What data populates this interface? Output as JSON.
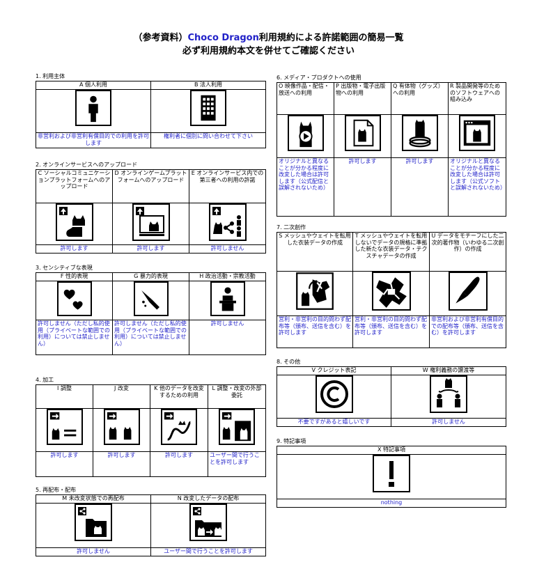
{
  "header": {
    "title_prefix": "（参考資料）",
    "title_brand": "Choco Dragon",
    "title_suffix": "利用規約による許諾範囲の簡易一覧",
    "subtitle": "必ず利用規約本文を併せてご確認ください"
  },
  "sections": {
    "s1": {
      "title": "1. 利用主体",
      "items": [
        {
          "header": "A 個人利用",
          "icon": "person-icon",
          "perm": "非営利および非営利有償目的での利用を許可します"
        },
        {
          "header": "B 法人利用",
          "icon": "building-icon",
          "perm": "権利者に個別に問い合わせて下さい"
        }
      ]
    },
    "s2": {
      "title": "2. オンラインサービスへのアップロード",
      "items": [
        {
          "header": "C ソーシャルコミュニケーションプラットフォームへのアップロード",
          "icon": "upload-social-icon",
          "perm": "許可します"
        },
        {
          "header": "D オンラインゲームプラットフォームへのアップロード",
          "icon": "upload-game-icon",
          "perm": "許可します"
        },
        {
          "header": "E オンラインサービス内での第三者への利用の許諾",
          "icon": "share-third-party-icon",
          "perm": "許可しません"
        }
      ]
    },
    "s3": {
      "title": "3. センシティブな表現",
      "items": [
        {
          "header": "F 性的表現",
          "icon": "hearts-icon",
          "perm": "許可しません（ただし私的使用（プライベートな範囲での利用）については禁止しません）"
        },
        {
          "header": "G 暴力的表現",
          "icon": "knife-icon",
          "perm": "許可しません（ただし私的使用（プライベートな範囲での利用）については禁止しません）"
        },
        {
          "header": "H 政治活動・宗教活動",
          "icon": "podium-icon",
          "perm": "許可しません"
        }
      ]
    },
    "s4": {
      "title": "4. 加工",
      "items": [
        {
          "header": "I 調整",
          "icon": "adjust-icon",
          "perm": "許可します"
        },
        {
          "header": "J 改変",
          "icon": "modify-icon",
          "perm": "許可します"
        },
        {
          "header": "K 他のデータを改変するための利用",
          "icon": "reuse-data-icon",
          "perm": "許可します"
        },
        {
          "header": "L 調整・改変の外部委託",
          "icon": "outsource-icon",
          "perm": "ユーザー間で行うことを許可します"
        }
      ]
    },
    "s5": {
      "title": "5. 再配布・配布",
      "items": [
        {
          "header": "M 未改変状態での再配布",
          "icon": "redistribute-icon",
          "perm": "許可しません"
        },
        {
          "header": "N 改変したデータの配布",
          "icon": "distribute-modified-icon",
          "perm": "ユーザー間で行うことを許可します"
        }
      ]
    },
    "s6": {
      "title": "6. メディア・プロダクトへの使用",
      "items": [
        {
          "header": "O 映像作品・配信・放送への利用",
          "icon": "video-icon",
          "perm": "オリジナルと異なることが分かる程度に改変した場合は許可します（公式配信と誤解されないため）"
        },
        {
          "header": "P 出版物・電子出版物への利用",
          "icon": "publication-icon",
          "perm": "許可します"
        },
        {
          "header": "Q 有体物（グッズ）への利用",
          "icon": "goods-icon",
          "perm": "許可します"
        },
        {
          "header": "R 製品開発等のためのソフトウェアへの組み込み",
          "icon": "software-icon",
          "perm": "オリジナルと異なることが分かる程度に改変した場合は許可します（公式ソフトと誤解されないため）"
        }
      ]
    },
    "s7": {
      "title": "7. 二次創作",
      "items": [
        {
          "header": "S メッシュやウェイトを転用した衣装データの作成",
          "icon": "costume-icon",
          "perm": "営利・非営利の目的問わず配布等（頒布、送信を含む）を許可します"
        },
        {
          "header": "T メッシュやウェイトを転用しないでデータの規格に準拠した新たな衣装データ・テクスチャデータの作成",
          "icon": "texture-icon",
          "perm": "営利・非営利の目的問わず配布等（頒布、送信を含む）を許可します"
        },
        {
          "header": "U データをモチーフにした二次的著作物（いわゆる二次創作）の作成",
          "icon": "pen-icon",
          "perm": "非営利および非営利有償目的での配布等（頒布、送信を含む）を許可します"
        }
      ]
    },
    "s8": {
      "title": "8. その他",
      "items": [
        {
          "header": "V クレジット表記",
          "icon": "copyright-icon",
          "perm": "不要ですがあると嬉しいです"
        },
        {
          "header": "W 権利義務の譲渡等",
          "icon": "transfer-icon",
          "perm": "許可しません"
        }
      ]
    },
    "s9": {
      "title": "9. 特記事項",
      "items": [
        {
          "header": "X 特記事項",
          "icon": "exclamation-icon",
          "perm": "nothing"
        }
      ]
    }
  },
  "colors": {
    "permission_text": "#1f1fc8",
    "brand": "#2222c8"
  }
}
